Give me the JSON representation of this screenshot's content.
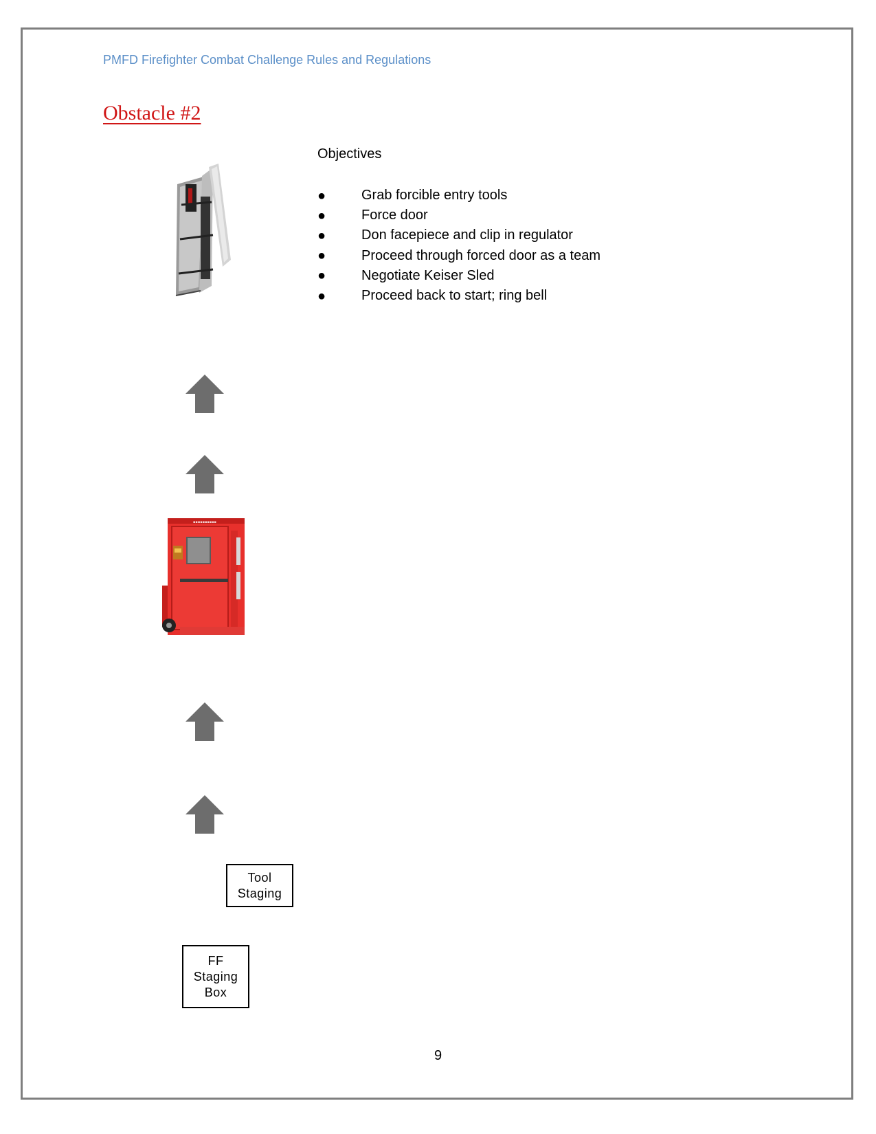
{
  "header": {
    "text": "PMFD Firefighter Combat Challenge Rules and Regulations"
  },
  "section": {
    "title": "Obstacle #2"
  },
  "objectives": {
    "heading": "Objectives",
    "items": [
      "Grab forcible entry tools",
      "Force door",
      "Don facepiece and clip in regulator",
      "Proceed through forced door as a team",
      "Negotiate Keiser Sled",
      "Proceed back to start; ring bell"
    ]
  },
  "diagram": {
    "tool_staging": {
      "line1": "Tool",
      "line2": "Staging"
    },
    "ff_staging": {
      "line1": "FF",
      "line2": "Staging",
      "line3": "Box"
    }
  },
  "footer": {
    "page_number": "9"
  },
  "colors": {
    "header_text": "#5b8fc8",
    "title_red": "#d01616",
    "arrow_gray": "#6d6d6d",
    "door_red": "#e8302c",
    "border_gray": "#7f7f7f"
  }
}
